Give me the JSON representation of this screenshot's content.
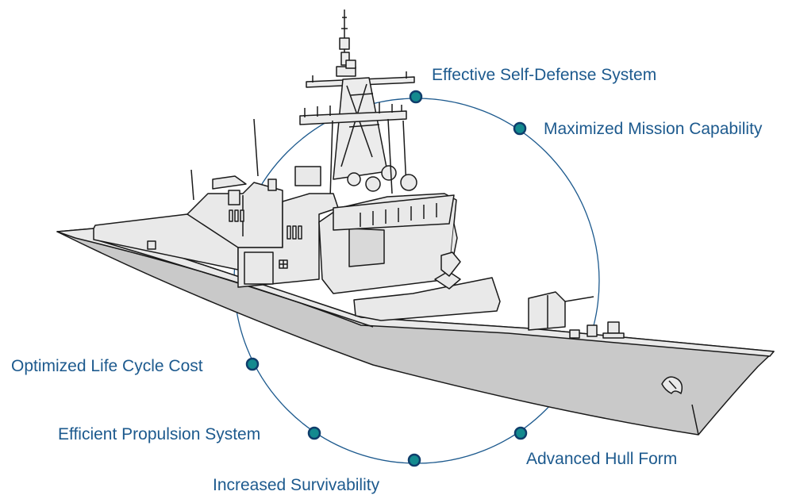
{
  "colors": {
    "label_text": "#1d5a8e",
    "ring_line": "#1d5a8e",
    "dot_fill": "#138a8f",
    "dot_ring": "#0f3d6b",
    "hull": "#c9c9c9",
    "superstructure": "#e9e9e9",
    "outline": "#1a1a1a"
  },
  "features": [
    {
      "id": "effective-self-defense-system",
      "label": "Effective Self-Defense System"
    },
    {
      "id": "maximized-mission-capability",
      "label": "Maximized Mission Capability"
    },
    {
      "id": "optimized-life-cycle-cost",
      "label": "Optimized Life Cycle Cost"
    },
    {
      "id": "efficient-propulsion-system",
      "label": "Efficient Propulsion System"
    },
    {
      "id": "advanced-hull-form",
      "label": "Advanced Hull Form"
    },
    {
      "id": "increased-survivability",
      "label": "Increased Survivability"
    }
  ],
  "illustration": {
    "subject": "destroyer-illustration"
  }
}
